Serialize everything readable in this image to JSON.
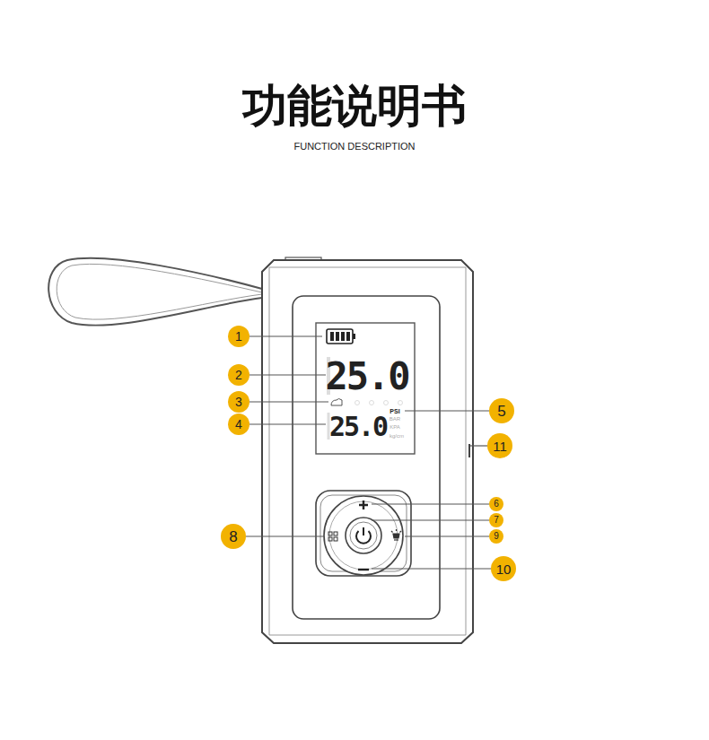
{
  "diagram": {
    "title": "功能说明书",
    "labels": [
      "FUNCTION DESCRIPTION",
      "1",
      "2",
      "3",
      "4",
      "5",
      "11",
      "6",
      "7",
      "8",
      "9",
      "10",
      "25.0",
      "25.0",
      "PSI",
      "BAR",
      "KPA",
      "kg/cm"
    ]
  }
}
